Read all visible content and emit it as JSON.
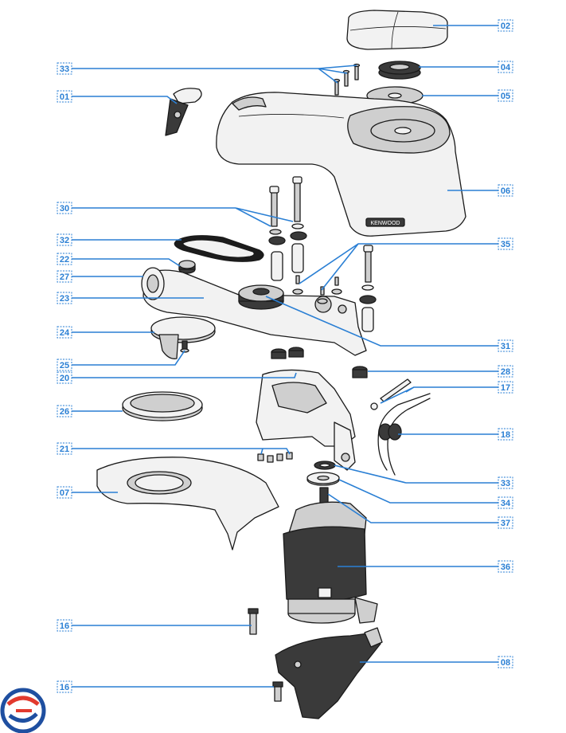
{
  "diagram": {
    "callouts": [
      {
        "id": "top-cover",
        "label": "02"
      },
      {
        "id": "screw-set-top",
        "label": "33"
      },
      {
        "id": "top-ring",
        "label": "04"
      },
      {
        "id": "side-clip",
        "label": "01"
      },
      {
        "id": "flat-washer-disc",
        "label": "05"
      },
      {
        "id": "head-housing",
        "label": "06"
      },
      {
        "id": "long-bolts",
        "label": "30"
      },
      {
        "id": "drive-belt",
        "label": "32"
      },
      {
        "id": "small-screws",
        "label": "35"
      },
      {
        "id": "gear-nut",
        "label": "22"
      },
      {
        "id": "outlet-hub",
        "label": "27"
      },
      {
        "id": "gearbox-arm",
        "label": "23"
      },
      {
        "id": "gear-pulley",
        "label": "31"
      },
      {
        "id": "lower-gear",
        "label": "24"
      },
      {
        "id": "drive-pin",
        "label": "25"
      },
      {
        "id": "bushing",
        "label": "28"
      },
      {
        "id": "chassis-frame",
        "label": "20"
      },
      {
        "id": "spring-pin",
        "label": "17"
      },
      {
        "id": "trim-ring",
        "label": "26"
      },
      {
        "id": "tilt-spring",
        "label": "18"
      },
      {
        "id": "rubber-feet",
        "label": "21"
      },
      {
        "id": "motor-washer",
        "label": "33"
      },
      {
        "id": "fan-spacer",
        "label": "34"
      },
      {
        "id": "bottom-cover",
        "label": "07"
      },
      {
        "id": "motor-shaft",
        "label": "37"
      },
      {
        "id": "motor-unit",
        "label": "36"
      },
      {
        "id": "fixing-screw-a",
        "label": "16"
      },
      {
        "id": "motor-base",
        "label": "08"
      },
      {
        "id": "fixing-screw-b",
        "label": "16"
      }
    ],
    "housing_logo": "KENWOOD",
    "brand": {
      "primary": "#1f4fa0",
      "secondary": "#e23a2e"
    },
    "accent": "#2a7fd4"
  }
}
